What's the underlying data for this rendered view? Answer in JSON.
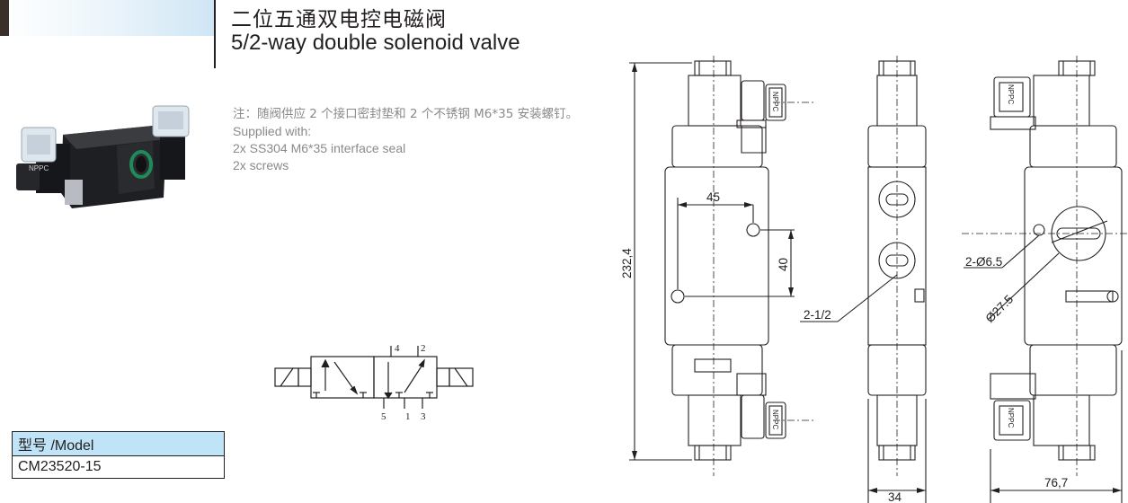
{
  "header": {
    "title_cn": "二位五通双电控电磁阀",
    "title_en": "5/2-way double solenoid valve"
  },
  "note": {
    "line_cn": "注：随阀供应 2 个接口密封垫和 2 个不锈钢 M6*35 安装螺钉。",
    "line_1": "Supplied with:",
    "line_2": "2x SS304 M6*35 interface seal",
    "line_3": "2x screws"
  },
  "product": {
    "brand_mark": "NPPC",
    "colors": {
      "body": "#1e1f22",
      "seal": "#1f8a5a",
      "coil_cap": "#dfe7ee"
    }
  },
  "model_table": {
    "header": "型号 /Model",
    "value": "CM23520-15"
  },
  "symbol": {
    "ports_top": [
      "4",
      "2"
    ],
    "ports_bottom": [
      "5",
      "1",
      "3"
    ]
  },
  "dimensions": {
    "height_total": "232,4",
    "width_front": "45",
    "hole_spacing": "40",
    "side_width": "34",
    "depth": "76,7",
    "port_size": "2-1/2",
    "mount_holes": "2-Ø6.5",
    "flange_dia": "Ø27.5"
  },
  "connector_label": "NPPC"
}
